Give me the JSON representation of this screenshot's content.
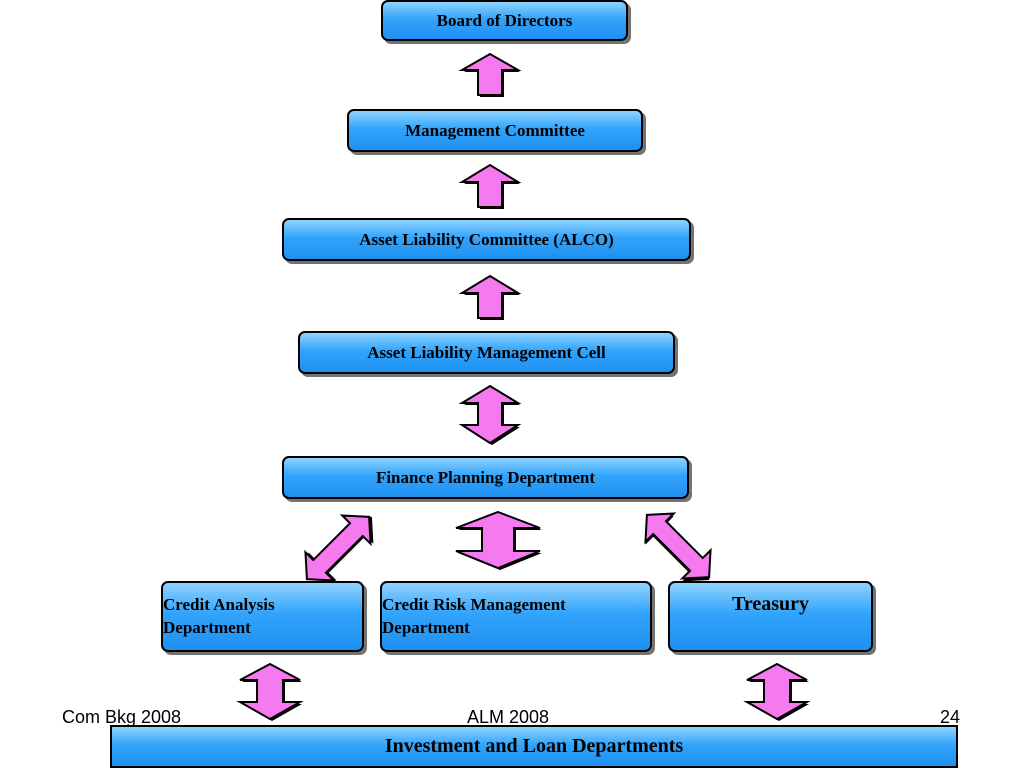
{
  "boxes": {
    "board": "Board of Directors",
    "management": "Management Committee",
    "alco": "Asset Liability Committee (ALCO)",
    "alm_cell": "Asset Liability Management Cell",
    "finance": "Finance Planning Department",
    "credit_analysis_line1": "Credit Analysis",
    "credit_analysis_line2": "Department",
    "credit_risk_line1": "Credit Risk Management",
    "credit_risk_line2": "Department",
    "treasury": "Treasury",
    "investment": "Investment and Loan Departments"
  },
  "footer": {
    "left": "Com Bkg 2008",
    "center": "ALM 2008",
    "page_number": "24"
  },
  "colors": {
    "box_fill": "#33a4fb",
    "arrow_fill": "#f57af0",
    "outline": "#000000"
  },
  "arrows": [
    {
      "from": "management",
      "to": "board",
      "direction": "up"
    },
    {
      "from": "alco",
      "to": "management",
      "direction": "up"
    },
    {
      "from": "alm_cell",
      "to": "alco",
      "direction": "up"
    },
    {
      "between": [
        "alm_cell",
        "finance"
      ],
      "direction": "both"
    },
    {
      "between": [
        "finance",
        "credit_analysis"
      ],
      "direction": "both"
    },
    {
      "between": [
        "finance",
        "credit_risk"
      ],
      "direction": "both"
    },
    {
      "between": [
        "finance",
        "treasury"
      ],
      "direction": "both"
    },
    {
      "between": [
        "credit_analysis",
        "investment"
      ],
      "direction": "both"
    },
    {
      "between": [
        "treasury",
        "investment"
      ],
      "direction": "both"
    }
  ]
}
